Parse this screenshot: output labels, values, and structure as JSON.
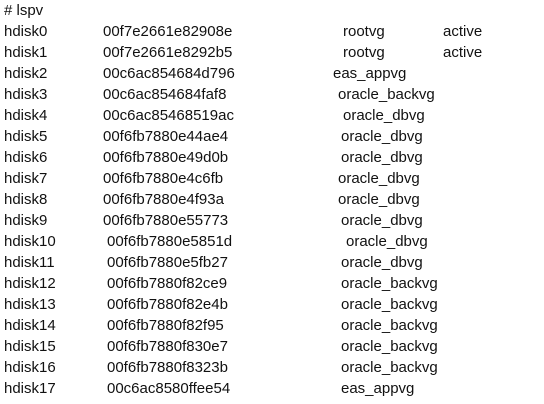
{
  "terminal": {
    "command": "# lspv",
    "rows": [
      {
        "disk": "hdisk0",
        "pvid": "00f7e2661e82908e",
        "vg": "rootvg",
        "state": "active"
      },
      {
        "disk": "hdisk1",
        "pvid": "00f7e2661e8292b5",
        "vg": "rootvg",
        "state": "active"
      },
      {
        "disk": "hdisk2",
        "pvid": "00c6ac854684d796",
        "vg": "eas_appvg",
        "state": ""
      },
      {
        "disk": "hdisk3",
        "pvid": "00c6ac854684faf8",
        "vg": "oracle_backvg",
        "state": ""
      },
      {
        "disk": "hdisk4",
        "pvid": "00c6ac85468519ac",
        "vg": "oracle_dbvg",
        "state": ""
      },
      {
        "disk": "hdisk5",
        "pvid": "00f6fb7880e44ae4",
        "vg": "oracle_dbvg",
        "state": ""
      },
      {
        "disk": "hdisk6",
        "pvid": "00f6fb7880e49d0b",
        "vg": "oracle_dbvg",
        "state": ""
      },
      {
        "disk": "hdisk7",
        "pvid": "00f6fb7880e4c6fb",
        "vg": "oracle_dbvg",
        "state": ""
      },
      {
        "disk": "hdisk8",
        "pvid": "00f6fb7880e4f93a",
        "vg": "oracle_dbvg",
        "state": ""
      },
      {
        "disk": "hdisk9",
        "pvid": "00f6fb7880e55773",
        "vg": "oracle_dbvg",
        "state": ""
      },
      {
        "disk": "hdisk10",
        "pvid": "00f6fb7880e5851d",
        "vg": "oracle_dbvg",
        "state": ""
      },
      {
        "disk": "hdisk11",
        "pvid": "00f6fb7880e5fb27",
        "vg": "oracle_dbvg",
        "state": ""
      },
      {
        "disk": "hdisk12",
        "pvid": "00f6fb7880f82ce9",
        "vg": "oracle_backvg",
        "state": ""
      },
      {
        "disk": "hdisk13",
        "pvid": "00f6fb7880f82e4b",
        "vg": "oracle_backvg",
        "state": ""
      },
      {
        "disk": "hdisk14",
        "pvid": "00f6fb7880f82f95",
        "vg": "oracle_backvg",
        "state": ""
      },
      {
        "disk": "hdisk15",
        "pvid": "00f6fb7880f830e7",
        "vg": "oracle_backvg",
        "state": ""
      },
      {
        "disk": "hdisk16",
        "pvid": "00f6fb7880f8323b",
        "vg": "oracle_backvg",
        "state": ""
      },
      {
        "disk": "hdisk17",
        "pvid": "00c6ac8580ffee54",
        "vg": "eas_appvg",
        "state": ""
      }
    ]
  }
}
